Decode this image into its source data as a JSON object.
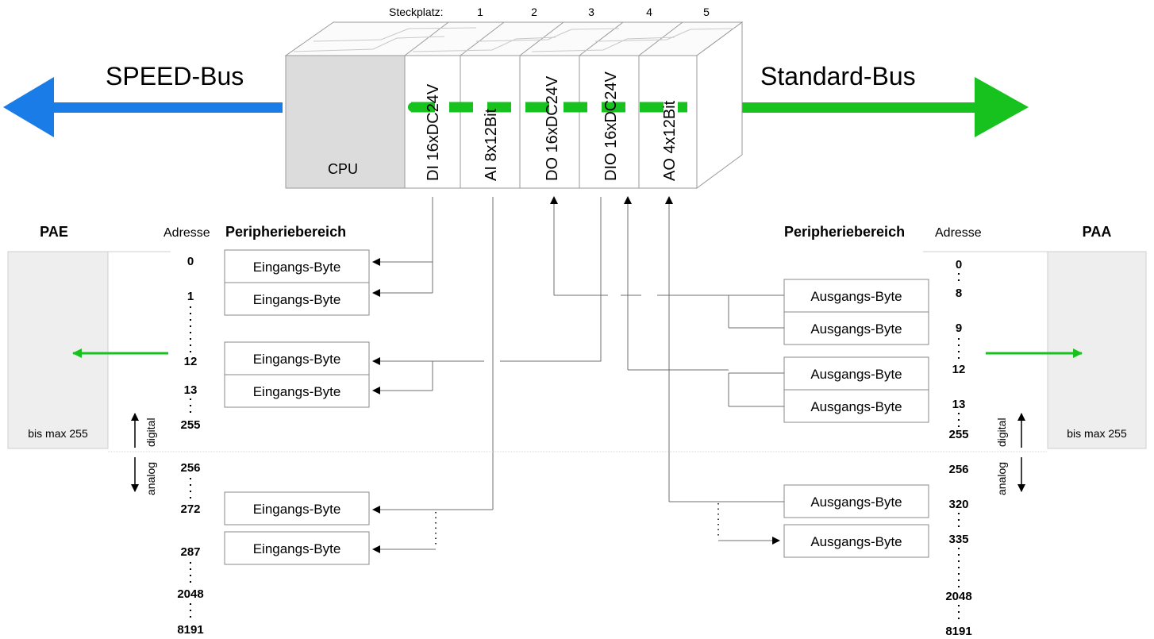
{
  "title_slot": "Steckplatz:",
  "slots": [
    "1",
    "2",
    "3",
    "4",
    "5"
  ],
  "bus_left": "SPEED-Bus",
  "bus_right": "Standard-Bus",
  "cpu_label": "CPU",
  "modules": [
    "DI 16xDC24V",
    "AI 8x12Bit",
    "DO 16xDC24V",
    "DIO 16xDC24V",
    "AO 4x12Bit"
  ],
  "left": {
    "title": "PAE",
    "address_label": "Adresse",
    "area_label": "Peripheriebereich",
    "max_label": "bis max 255",
    "addresses": [
      "0",
      "1",
      "12",
      "13",
      "255",
      "256",
      "272",
      "287",
      "2048",
      "8191"
    ],
    "byte_label": "Eingangs-Byte"
  },
  "right": {
    "title": "PAA",
    "address_label": "Adresse",
    "area_label": "Peripheriebereich",
    "max_label": "bis max 255",
    "addresses": [
      "0",
      "8",
      "9",
      "12",
      "13",
      "255",
      "256",
      "320",
      "335",
      "2048",
      "8191"
    ],
    "byte_label": "Ausgangs-Byte"
  },
  "digital_label": "digital",
  "analog_label": "analog",
  "colors": {
    "speed_bus": "#1a7ce6",
    "standard_bus": "#17c21f",
    "cpu_fill": "#dcdcdc",
    "image_fill": "#eeeeee",
    "line": "#6f6f6f"
  }
}
